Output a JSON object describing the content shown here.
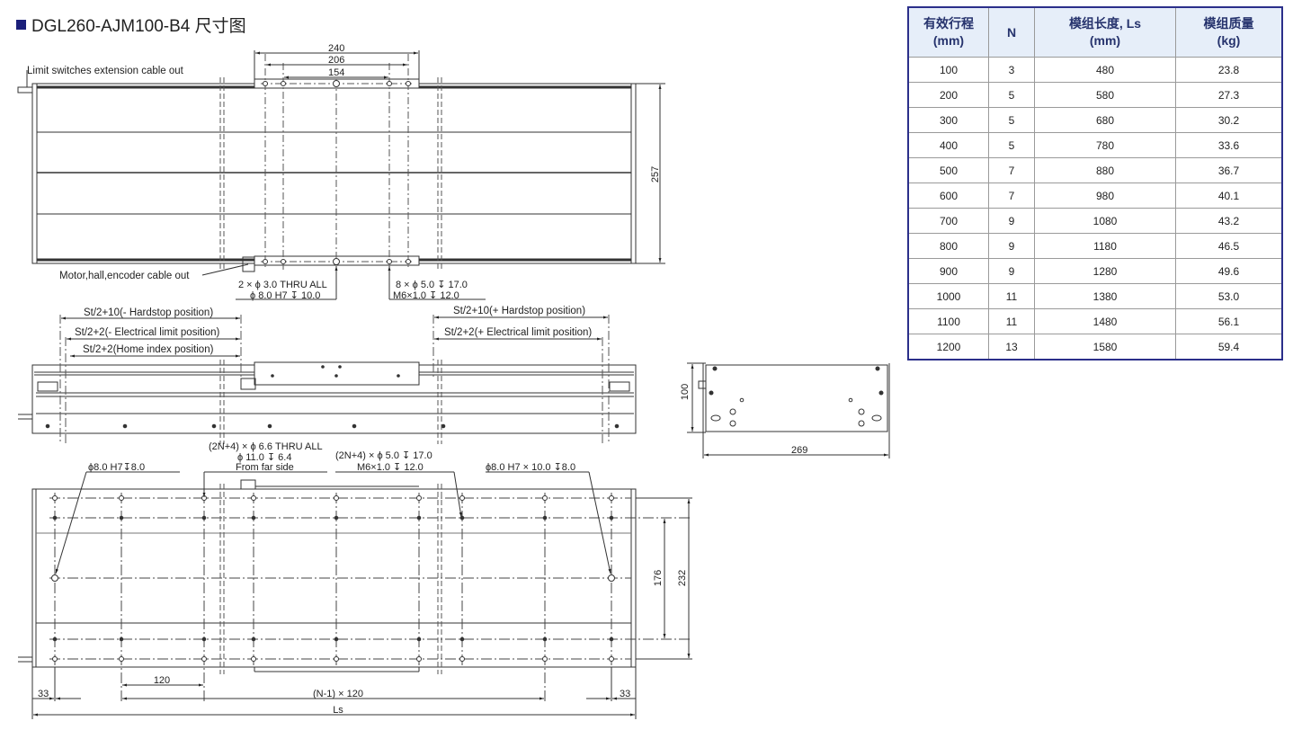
{
  "title": "DGL260-AJM100-B4 尺寸图",
  "colors": {
    "title_square": "#1b1f7a",
    "table_header_bg": "#e6eef9",
    "table_border": "#2b2f8a",
    "table_header_text": "#26336d"
  },
  "top_view": {
    "dim_240": "240",
    "dim_206": "206",
    "dim_154": "154",
    "dim_257": "257",
    "label_limit_cable": "Limit switches extension cable out",
    "label_motor_cable": "Motor,hall,encoder cable out",
    "note_left_1": "2 × ϕ 3.0 THRU ALL",
    "note_left_2": "ϕ 8.0 H7 ↧ 10.0",
    "note_right_1": "8 × ϕ 5.0  ↧ 17.0",
    "note_right_2": "M6×1.0     ↧ 12.0"
  },
  "side_view": {
    "minus_hardstop": "St/2+10(- Hardstop position)",
    "minus_elec_limit": "St/2+2(- Electrical limit position)",
    "home_index": "St/2+2(Home index position)",
    "plus_hardstop": "St/2+10(+ Hardstop position)",
    "plus_elec_limit": "St/2+2(+ Electrical limit position)"
  },
  "end_view": {
    "dim_100": "100",
    "dim_269": "269"
  },
  "bottom_view": {
    "note_thru_1": "(2N+4) × ϕ 6.6 THRU ALL",
    "note_thru_2": "ϕ 11.0  ↧ 6.4",
    "note_thru_3": "From far side",
    "note_tap_1": "(2N+4) × ϕ 5.0 ↧ 17.0",
    "note_tap_2": "M6×1.0    ↧ 12.0",
    "note_pin_left": "ϕ8.0 H7↧8.0",
    "note_pin_right": "ϕ8.0 H7 × 10.0 ↧8.0",
    "dim_176": "176",
    "dim_232": "232",
    "dim_120": "120",
    "dim_pitch": "(N-1) × 120",
    "dim_33_left": "33",
    "dim_33_right": "33",
    "dim_ls": "Ls"
  },
  "table": {
    "headers": [
      {
        "line1": "有效行程",
        "line2": "(mm)"
      },
      {
        "line1": "N",
        "line2": ""
      },
      {
        "line1": "模组长度, Ls",
        "line2": "(mm)"
      },
      {
        "line1": "模组质量",
        "line2": "(kg)"
      }
    ],
    "rows": [
      [
        "100",
        "3",
        "480",
        "23.8"
      ],
      [
        "200",
        "5",
        "580",
        "27.3"
      ],
      [
        "300",
        "5",
        "680",
        "30.2"
      ],
      [
        "400",
        "5",
        "780",
        "33.6"
      ],
      [
        "500",
        "7",
        "880",
        "36.7"
      ],
      [
        "600",
        "7",
        "980",
        "40.1"
      ],
      [
        "700",
        "9",
        "1080",
        "43.2"
      ],
      [
        "800",
        "9",
        "1180",
        "46.5"
      ],
      [
        "900",
        "9",
        "1280",
        "49.6"
      ],
      [
        "1000",
        "11",
        "1380",
        "53.0"
      ],
      [
        "1100",
        "11",
        "1480",
        "56.1"
      ],
      [
        "1200",
        "13",
        "1580",
        "59.4"
      ]
    ]
  }
}
